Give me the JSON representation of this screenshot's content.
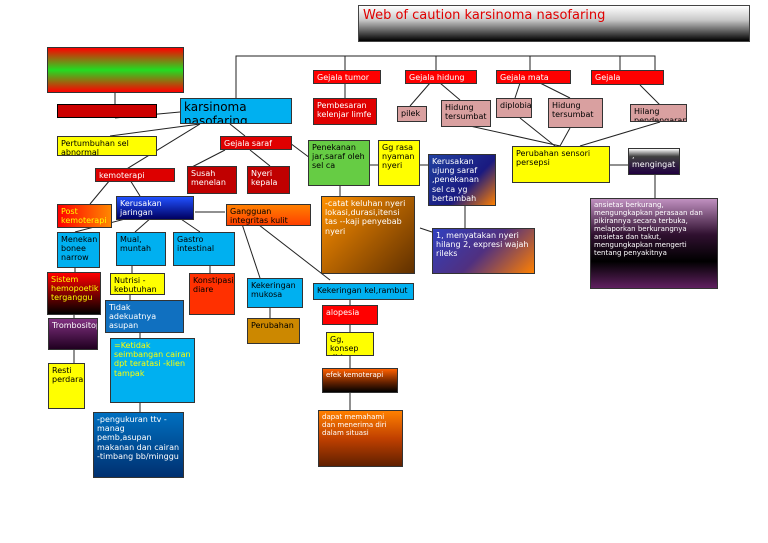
{
  "title": "Web of caution karsinoma nasofaring",
  "nodes": {
    "top_left": "",
    "red_small": "",
    "karsinoma": "karsinoma nasofaring",
    "gejala_tumor": "Gejala tumor",
    "gejala_hidung": "Gejala hidung",
    "gejala_mata": "Gejala mata",
    "gejala": "Gejala",
    "pembesaran": "Pembesaran kelenjar limfe",
    "pilek": "pilek",
    "hidung_tersumbat_1": "Hidung tersumbat",
    "diplobia": "diplobia",
    "hidung_tersumbat_2": "Hidung tersumbat",
    "hilang_pendengaran": "Hilang pendengaran",
    "pertumbuhan": "Pertumbuhan sel abnormal",
    "gejala_saraf": "Gejala saraf",
    "penekanan": "Penekanan jar,saraf oleh sel ca",
    "gg_rasa_nyaman": "Gg rasa nyaman nyeri",
    "kerusakan_saraf": "Kerusakan ujung saraf ,penekanan sel ca yg bertambah",
    "perubahan_sensori": "Perubahan sensori persepsi",
    "mengingat": ", mengingat",
    "kemoterapi": "kemoterapi",
    "susah_menelan": "Susah menelan",
    "nyeri_kepala": "Nyeri kepala",
    "post_kemoterapi": "Post kemoterapi",
    "kerusakan_jaringan": "Kerusakan jaringan",
    "gangguan_integritas": "Gangguan integritas kulit",
    "catat_keluhan": "-catat keluhan nyeri lokasi,durasi,itensi tas --kaji penyebab nyeri",
    "menyatakan_nyeri": "1, menyatakan nyeri hilang 2, expresi wajah rileks",
    "ansietas": "ansietas berkurang, mengungkapkan perasaan dan pikirannya secara terbuka, melaporkan berkurangnya ansietas dan takut, mengungkapkan mengerti tentang penyakitnya",
    "menekan_bone": "Menekan bonee narrow",
    "mual_muntah": "Mual, muntah",
    "gastro": "Gastro intestinal",
    "sistem_hemopoetik": "Sistem hemopoetik terganggu",
    "nutrisi": "Nutrisi -kebutuhan",
    "konstipasi": "Konstipasi/ diare",
    "kekeringan_mukosa": "Kekeringan mukosa",
    "kekeringan_kel": "Kekeringan kel,rambut",
    "tidak_adekuat": "Tidak adekuatnya asupan",
    "trombositopenia": "Trombositopenia",
    "ketidakseimbangan": "=Ketidak seimbangan cairan dpt teratasi -klien tampak",
    "perubahan": "Perubahan",
    "alopesia": "alopesia",
    "gg_konsep": "Gg, konsep diri",
    "resti_perdarahan": "Resti perdarahan",
    "efek_kemoterapi": "efek kemoterapi",
    "pengukuran": "-pengukuran ttv -manag pemb,asupan makanan dan cairan -timbang bb/minggu",
    "dapat_memahami": "dapat memahami dan menerima diri dalam situasi"
  }
}
